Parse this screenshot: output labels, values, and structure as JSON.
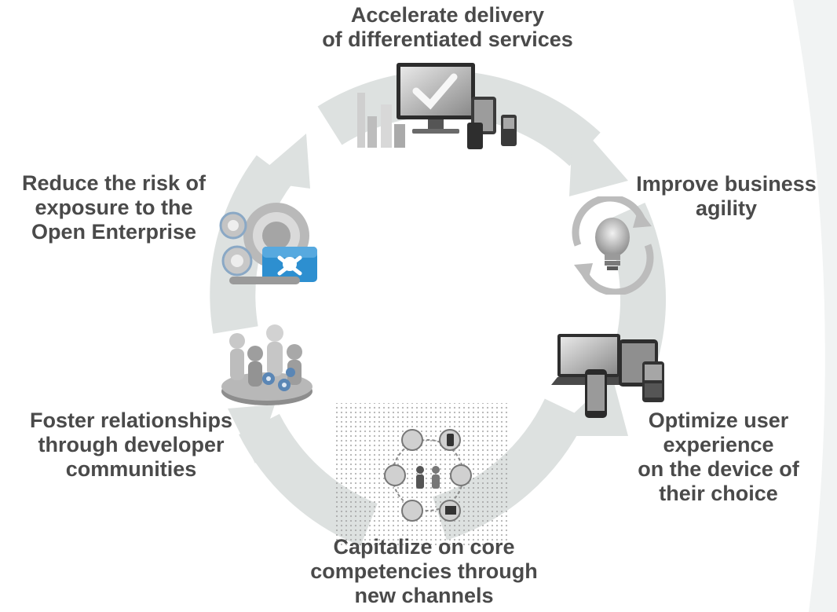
{
  "steps": [
    {
      "lines": [
        "Accelerate delivery",
        "of differentiated services"
      ],
      "icon": "devices-display-icon"
    },
    {
      "lines": [
        "Improve business",
        "agility"
      ],
      "icon": "lightbulb-cycle-icon"
    },
    {
      "lines": [
        "Optimize user",
        "experience",
        "on the device of",
        "their choice"
      ],
      "icon": "multi-device-icon"
    },
    {
      "lines": [
        "Capitalize on core",
        "competencies through",
        "new channels"
      ],
      "icon": "service-network-icon"
    },
    {
      "lines": [
        "Foster relationships",
        "through developer",
        "communities"
      ],
      "icon": "developer-community-icon"
    },
    {
      "lines": [
        "Reduce the risk of",
        "exposure to the",
        "Open Enterprise"
      ],
      "icon": "security-gears-icon"
    }
  ],
  "colors": {
    "text": "#4a4a4a",
    "ring": "#dde1e0",
    "device_dark": "#3a3a3a",
    "badge": "#2d8fd0"
  }
}
